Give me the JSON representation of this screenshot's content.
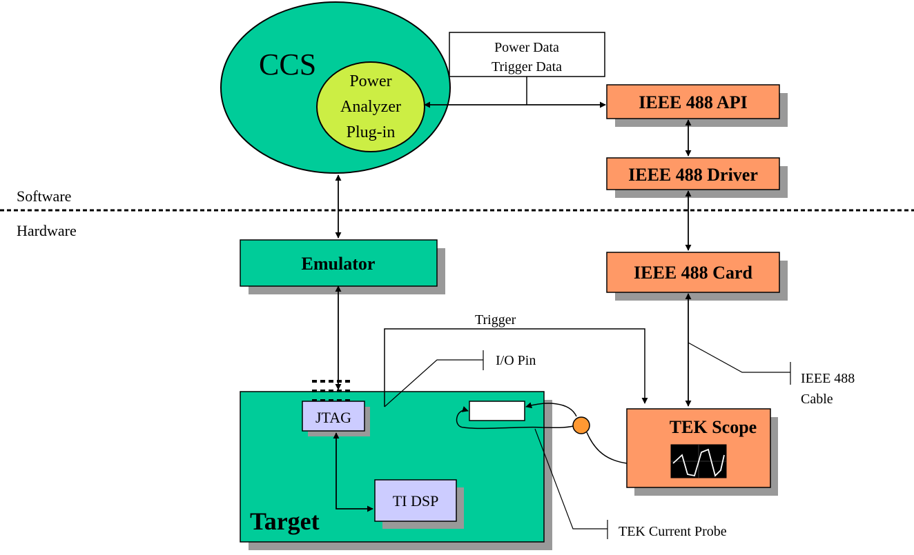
{
  "colors": {
    "green": "#00cc99",
    "orange": "#ff9966",
    "lime": "#ccee44",
    "lavender": "#ccccff",
    "shadow": "#999999"
  },
  "ccs": {
    "title": "CCS",
    "plugin_lines": [
      "Power",
      "Analyzer",
      "Plug-in"
    ]
  },
  "data_label_lines": [
    "Power Data",
    "Trigger Data"
  ],
  "boxes": {
    "ieee_api": "IEEE 488 API",
    "ieee_driver": "IEEE 488 Driver",
    "ieee_card": "IEEE 488 Card",
    "emulator": "Emulator",
    "jtag": "JTAG",
    "ti_dsp": "TI DSP",
    "target": "Target",
    "tek_scope": "TEK Scope"
  },
  "sections": {
    "software": "Software",
    "hardware": "Hardware"
  },
  "callouts": {
    "trigger": "Trigger",
    "io_pin": "I/O Pin",
    "ieee_cable_lines": [
      "IEEE 488",
      "Cable"
    ],
    "tek_current_probe": "TEK Current Probe"
  }
}
